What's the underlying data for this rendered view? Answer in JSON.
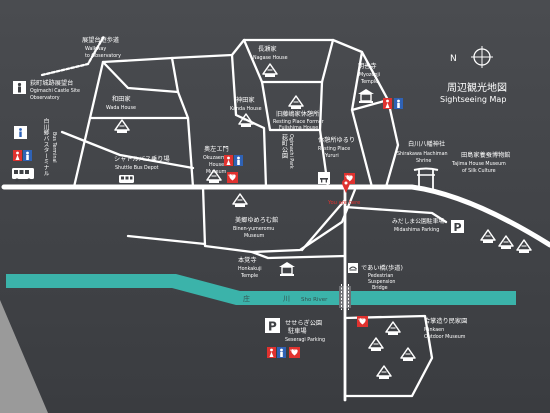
{
  "title": {
    "ja": "周辺観光地図",
    "en": "Sightseeing Map"
  },
  "compass": "N",
  "you_are_here": "You are here",
  "river": {
    "ja": [
      "庄",
      "川"
    ],
    "en": "Sho River"
  },
  "labels": {
    "parking": "P",
    "aed": "AED"
  },
  "places": {
    "walkway": {
      "ja": "展望台遊歩道",
      "en": [
        "Walkway",
        "to Observatory"
      ]
    },
    "observatory": {
      "ja": "荻町城跡展望台",
      "en": [
        "Ogimachi Castle Site",
        "Observatory"
      ]
    },
    "nagase": {
      "ja": "長瀬家",
      "en": [
        "Nagase House"
      ]
    },
    "myozenji": {
      "ja": "明善寺",
      "en": [
        "Myozenji",
        "Temple"
      ]
    },
    "wada": {
      "ja": "和田家",
      "en": [
        "Wada House"
      ]
    },
    "kanda": {
      "ja": "神田家",
      "en": [
        "Kanda House"
      ]
    },
    "fujishima": {
      "ja": "旧藤嶋家休憩所",
      "en": [
        "Resting Place Former",
        "Fujishima House"
      ]
    },
    "bus_terminal": {
      "ja": "白川郷バスターミナル",
      "en": [
        "Bus Terminal"
      ]
    },
    "shuttle": {
      "ja": "シャトルバス乗り場",
      "en": [
        "Shuttle Bus Depot"
      ]
    },
    "okuzaemon": {
      "ja": "奥左エ門",
      "en": [
        "Okuzaemon",
        "House",
        "Museum"
      ]
    },
    "ogimachi_park": {
      "ja": "荻町公園",
      "en": [
        "Ogimachi Park"
      ]
    },
    "yururi": {
      "ja": "休憩所ゆるり",
      "en": [
        "Resting Place",
        "Yururi"
      ]
    },
    "hachiman": {
      "ja": "白川八幡神社",
      "en": [
        "Shirakawa Hachiman",
        "Shrine"
      ]
    },
    "tajima": {
      "ja": "田島家養蚕博物館",
      "en": [
        "Tajima House Museum",
        "of Silk Culture"
      ]
    },
    "binen": {
      "ja": "美郷ゆめろむ館",
      "en": [
        "Binen-yumeromu",
        "Museum"
      ]
    },
    "midashima": {
      "ja": "みだしま公園駐車場",
      "en": [
        "Midashima Parking"
      ]
    },
    "honkakuji": {
      "ja": "本覚寺",
      "en": [
        "Honkakuji",
        "Temple"
      ]
    },
    "bridge": {
      "ja": "であい橋(歩道)",
      "en": [
        "Pedestrian",
        "Suspension",
        "Bridge"
      ]
    },
    "seseragi": {
      "ja": [
        "せせらぎ公園",
        "駐車場"
      ],
      "en": [
        "Seseragi Parking"
      ]
    },
    "minkaen": {
      "ja": "合掌造り民家園",
      "en": [
        "Minkaen",
        "Outdoor Museum"
      ]
    }
  },
  "colors": {
    "background": "#3e4044",
    "road": "#ffffff",
    "river": "#3bb3aa",
    "accent_red": "#e0322f",
    "toilet_blue": "#2f62b5",
    "wall": "#9a9a9a"
  },
  "icons": [
    "compass-icon",
    "restroom-icon",
    "aed-icon",
    "bus-icon",
    "parking-icon",
    "gassho-house-icon",
    "temple-icon",
    "torii-icon",
    "location-pin-icon",
    "bench-icon",
    "bridge-icon"
  ]
}
